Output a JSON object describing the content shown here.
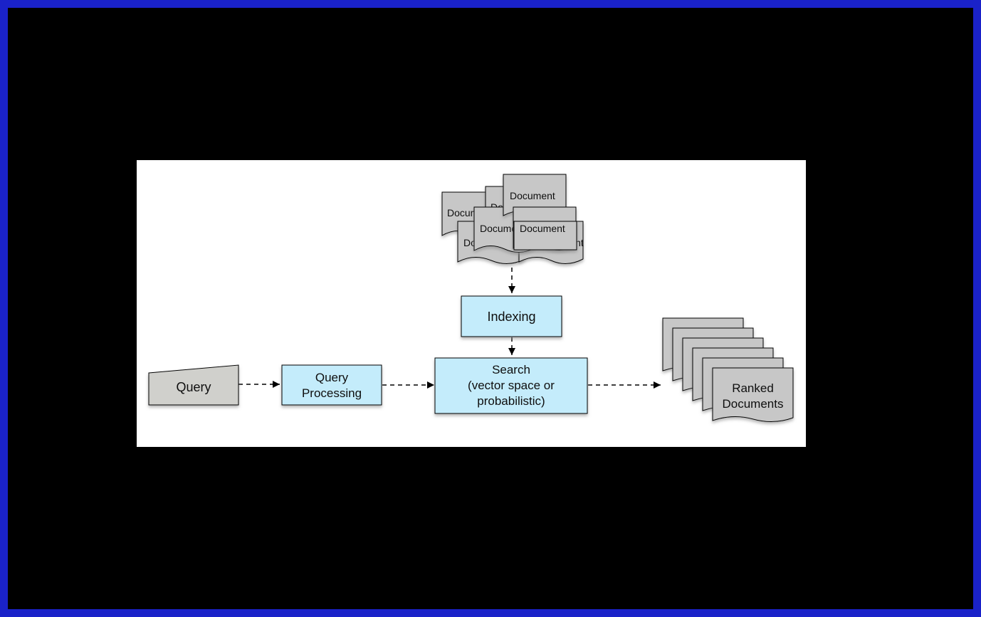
{
  "colors": {
    "border": "#1a22c9",
    "background": "#000000",
    "panel": "#ffffff",
    "process_fill": "#c4ecfb",
    "doc_fill": "#c7c7c7",
    "query_fill": "#d0d0cc"
  },
  "nodes": {
    "documents": [
      "Document",
      "Document",
      "Document",
      "Document",
      "Document",
      "Document"
    ],
    "indexing": "Indexing",
    "query": "Query",
    "query_processing": [
      "Query",
      "Processing"
    ],
    "search": [
      "Search",
      "(vector space or",
      "probabilistic)"
    ],
    "ranked": [
      "Ranked",
      "Documents"
    ]
  }
}
